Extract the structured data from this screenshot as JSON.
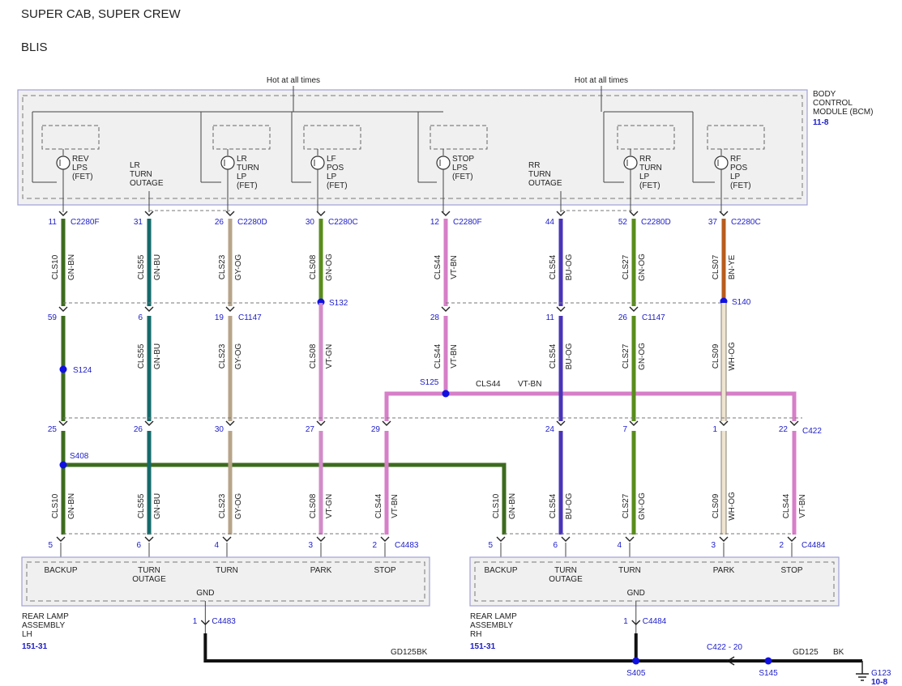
{
  "header": {
    "line1": "SUPER CAB, SUPER CREW",
    "line2": "BLIS"
  },
  "colors": {
    "GN-BN": "#3d6b1e",
    "GN-BU": "#156a6a",
    "GY-OG": "#b7a48a",
    "GN-OG": "#5a8c1c",
    "VT-BN": "#d67fc8",
    "VT-GN": "#d28bc9",
    "BU-OG": "#4a34b8",
    "BN-YE": "#b85c1c",
    "WH-OG": "#efe4d0",
    "BK": "#111111",
    "frame": "#9fa0d8",
    "label_blue": "#1c1cc8"
  },
  "bcm": {
    "hot1": "Hot at all times",
    "hot2": "Hot at all times",
    "name": [
      "BODY",
      "CONTROL",
      "MODULE (BCM)"
    ],
    "ref": "11-8",
    "drivers": [
      [
        "REV",
        "LPS",
        "(FET)"
      ],
      [
        "LR",
        "TURN",
        "LP",
        "(FET)"
      ],
      [
        "LF",
        "POS",
        "LP",
        "(FET)"
      ],
      [
        "STOP",
        "LPS",
        "(FET)"
      ],
      [
        "RR",
        "TURN",
        "LP",
        "(FET)"
      ],
      [
        "RF",
        "POS",
        "LP",
        "(FET)"
      ]
    ],
    "outage_lr": [
      "LR",
      "TURN",
      "OUTAGE"
    ],
    "outage_rr": [
      "RR",
      "TURN",
      "OUTAGE"
    ]
  },
  "bcm_pins": [
    {
      "pin": "11",
      "conn": "C2280F"
    },
    {
      "pin": "31",
      "conn": ""
    },
    {
      "pin": "26",
      "conn": "C2280D"
    },
    {
      "pin": "30",
      "conn": "C2280C"
    },
    {
      "pin": "12",
      "conn": "C2280F"
    },
    {
      "pin": "44",
      "conn": ""
    },
    {
      "pin": "52",
      "conn": "C2280D"
    },
    {
      "pin": "37",
      "conn": "C2280C"
    }
  ],
  "upper_wires": [
    {
      "circuit": "CLS10",
      "color": "GN-BN"
    },
    {
      "circuit": "CLS55",
      "color": "GN-BU"
    },
    {
      "circuit": "CLS23",
      "color": "GY-OG"
    },
    {
      "circuit": "CLS08",
      "color": "GN-OG"
    },
    {
      "circuit": "CLS44",
      "color": "VT-BN"
    },
    {
      "circuit": "CLS54",
      "color": "BU-OG"
    },
    {
      "circuit": "CLS27",
      "color": "GN-OG"
    },
    {
      "circuit": "CLS07",
      "color": "BN-YE"
    }
  ],
  "c1147_pins": [
    "59",
    "6",
    "19",
    "28",
    "11",
    "26"
  ],
  "c1147_name": "C1147",
  "splices": {
    "s132": "S132",
    "s140": "S140",
    "s124": "S124",
    "s125": "S125",
    "s408": "S408",
    "s405": "S405",
    "s145": "S145"
  },
  "mid_wires": [
    {
      "circuit": "CLS55",
      "color": "GN-BU"
    },
    {
      "circuit": "CLS23",
      "color": "GY-OG"
    },
    {
      "circuit": "CLS08",
      "color": "VT-GN"
    },
    {
      "circuit": "CLS44",
      "color": "VT-BN"
    },
    {
      "circuit": "CLS54",
      "color": "BU-OG"
    },
    {
      "circuit": "CLS27",
      "color": "GN-OG"
    },
    {
      "circuit": "CLS09",
      "color": "WH-OG"
    }
  ],
  "bus": {
    "circuit": "CLS44",
    "color": "VT-BN"
  },
  "c422_pins": [
    "25",
    "26",
    "30",
    "27",
    "29",
    "24",
    "7",
    "1",
    "22"
  ],
  "c422_name": "C422",
  "lower_wires": [
    {
      "circuit": "CLS10",
      "color": "GN-BN"
    },
    {
      "circuit": "CLS55",
      "color": "GN-BU"
    },
    {
      "circuit": "CLS23",
      "color": "GY-OG"
    },
    {
      "circuit": "CLS08",
      "color": "VT-GN"
    },
    {
      "circuit": "CLS44",
      "color": "VT-BN"
    },
    {
      "circuit": "CLS10",
      "color": "GN-BN"
    },
    {
      "circuit": "CLS54",
      "color": "BU-OG"
    },
    {
      "circuit": "CLS27",
      "color": "GN-OG"
    },
    {
      "circuit": "CLS09",
      "color": "WH-OG"
    },
    {
      "circuit": "CLS44",
      "color": "VT-BN"
    }
  ],
  "lamp_lh": {
    "pins": [
      "5",
      "6",
      "4",
      "3",
      "2"
    ],
    "conn": "C4483",
    "labels": [
      [
        "BACKUP"
      ],
      [
        "TURN",
        "OUTAGE"
      ],
      [
        "TURN"
      ],
      [
        "PARK"
      ],
      [
        "STOP"
      ]
    ],
    "gnd": "GND",
    "name": [
      "REAR LAMP",
      "ASSEMBLY",
      "LH"
    ],
    "ref": "151-31",
    "gnd_pin": "1",
    "gnd_conn": "C4483"
  },
  "lamp_rh": {
    "pins": [
      "5",
      "6",
      "4",
      "3",
      "2"
    ],
    "conn": "C4484",
    "labels": [
      [
        "BACKUP"
      ],
      [
        "TURN",
        "OUTAGE"
      ],
      [
        "TURN"
      ],
      [
        "PARK"
      ],
      [
        "STOP"
      ]
    ],
    "gnd": "GND",
    "name": [
      "REAR LAMP",
      "ASSEMBLY",
      "RH"
    ],
    "ref": "151-31",
    "gnd_pin": "1",
    "gnd_conn": "C4484"
  },
  "ground": {
    "circuit": "GD125",
    "color": "BK",
    "c422_pin": "C422 - 20",
    "g_name": "G123",
    "g_ref": "10-8"
  }
}
